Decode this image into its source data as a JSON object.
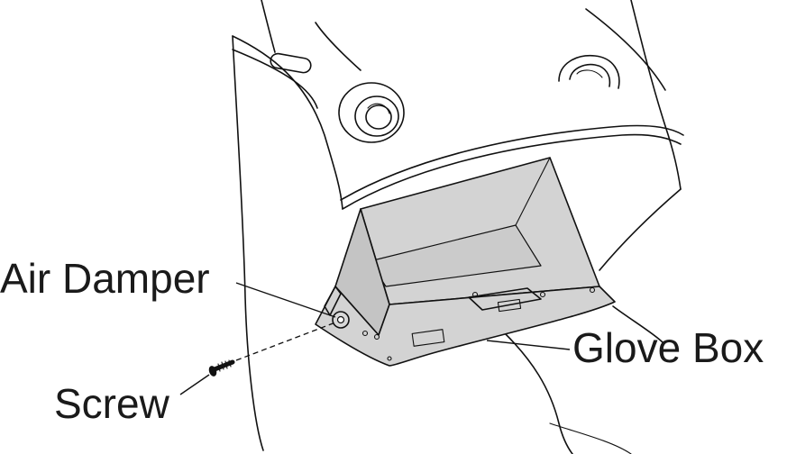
{
  "labels": {
    "air_damper": "Air Damper",
    "glove_box": "Glove Box",
    "screw": "Screw"
  },
  "colors": {
    "line": "#111111",
    "box_fill": "#d3d3d3",
    "box_fill_dark": "#c4c4c4",
    "background": "#ffffff"
  }
}
